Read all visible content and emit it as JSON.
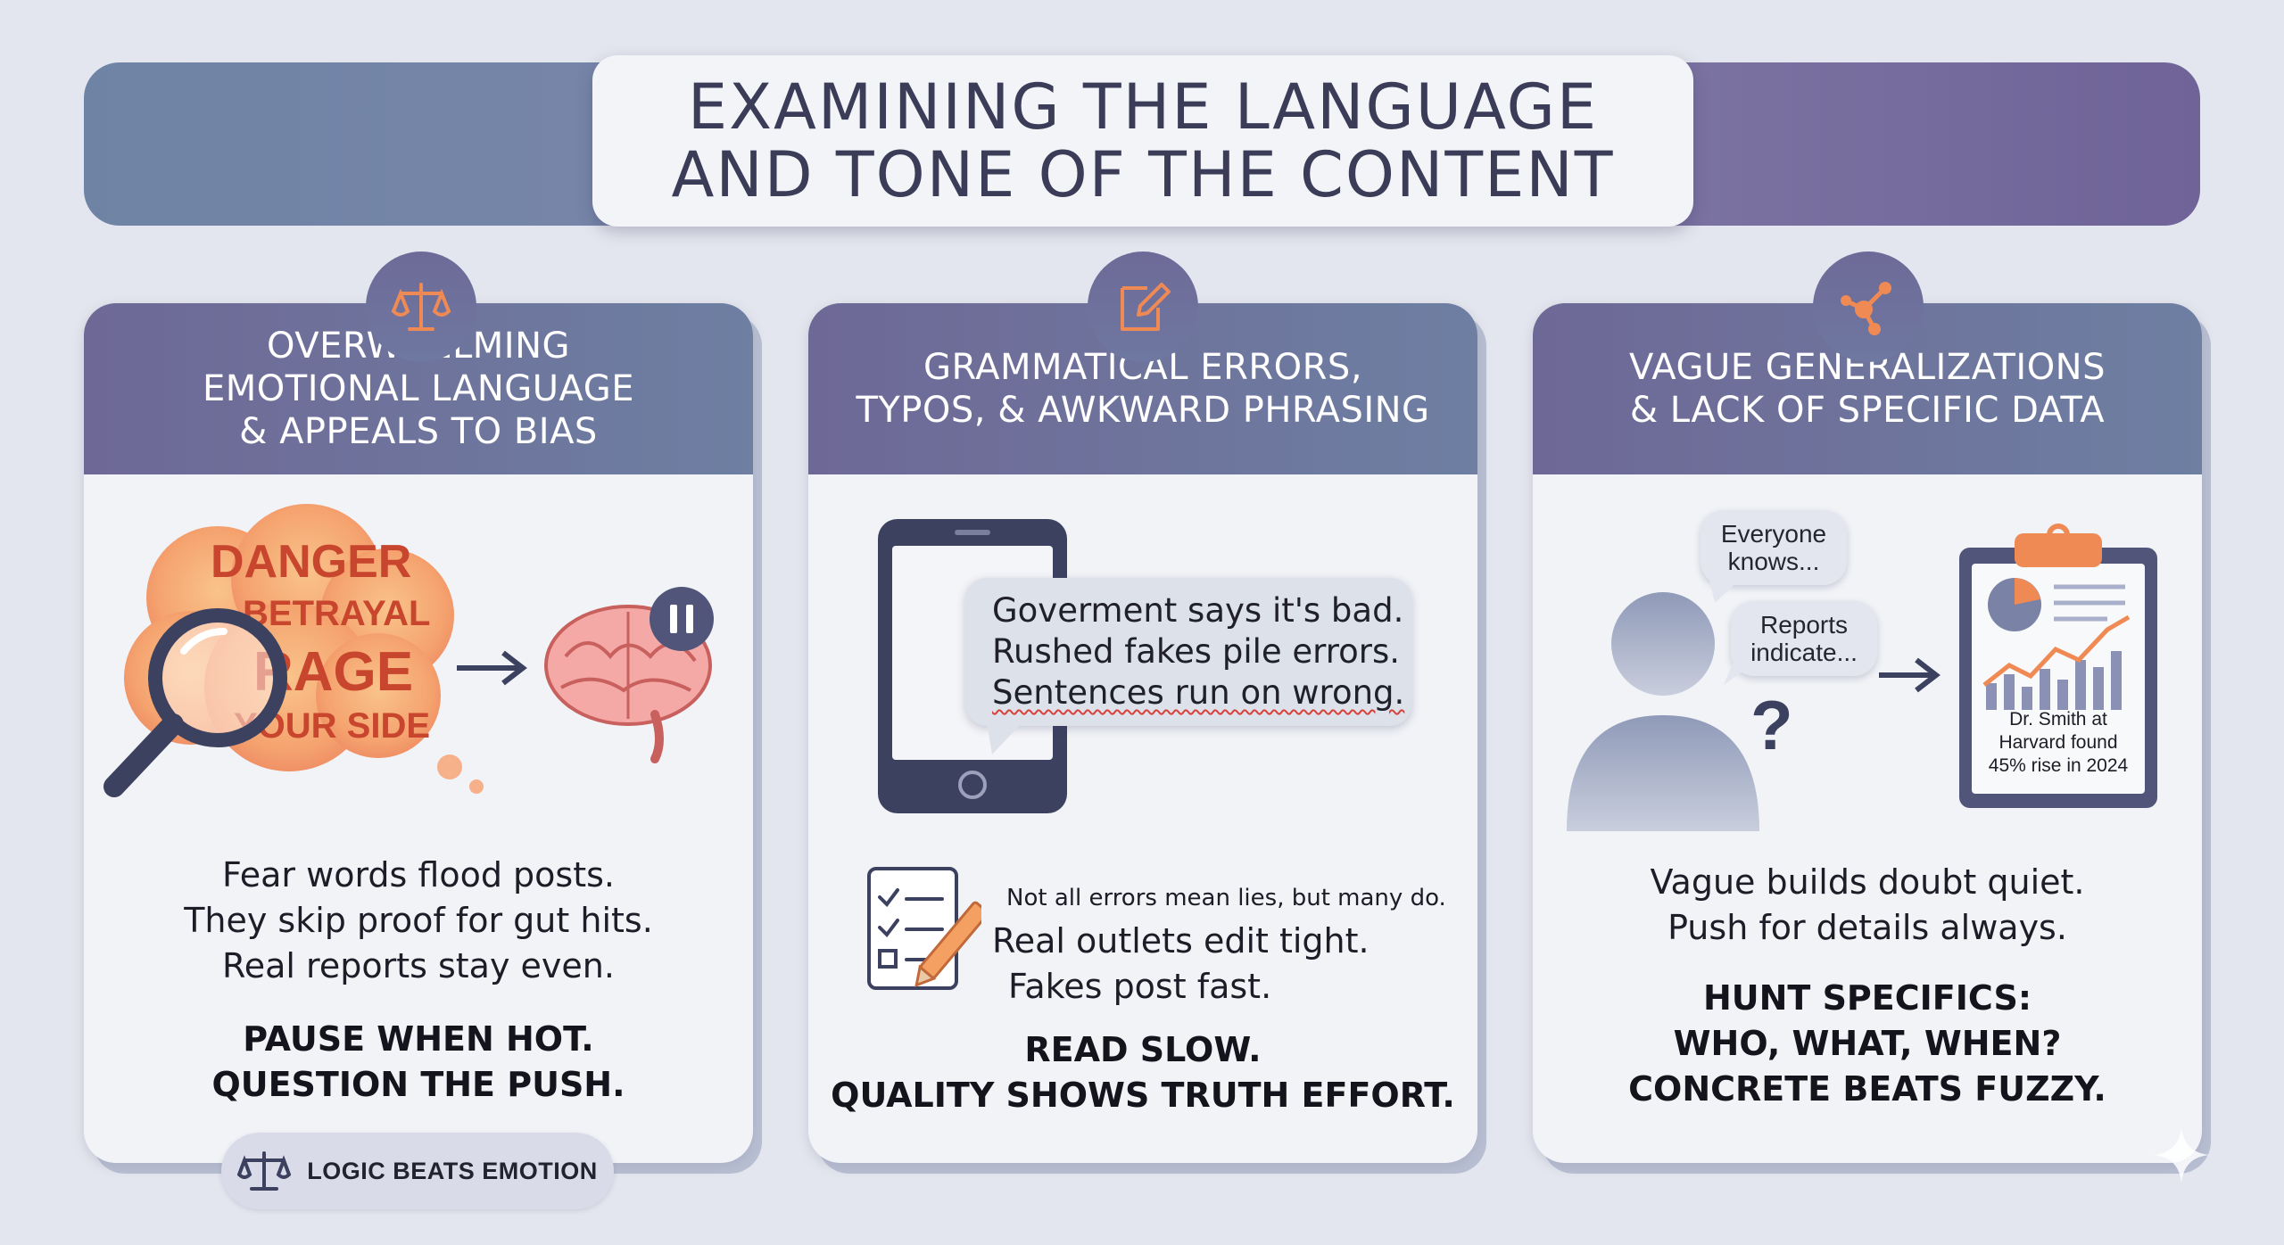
{
  "header": {
    "title_lines": [
      "EXAMINING THE LANGUAGE",
      "AND TONE OF THE CONTENT"
    ]
  },
  "cards": [
    {
      "icon": "scales-icon",
      "heading_lines": [
        "OVERWHELMING",
        "EMOTIONAL LANGUAGE",
        "& APPEALS TO BIAS"
      ],
      "cloud_words": [
        "DANGER",
        "BETRAYAL",
        "RAGE",
        "YOUR SIDE"
      ],
      "body_lines": [
        "Fear words flood posts.",
        "They skip proof for gut hits.",
        "Real reports stay even."
      ],
      "bold_lines": [
        "PAUSE WHEN HOT.",
        "QUESTION THE PUSH."
      ],
      "pill_label": "LOGIC BEATS EMOTION"
    },
    {
      "icon": "edit-document-icon",
      "heading_lines": [
        "GRAMMATICAL ERRORS,",
        "TYPOS, & AWKWARD PHRASING"
      ],
      "bubble_lines": [
        "Goverment says it's bad.",
        "Rushed fakes pile errors.",
        "Sentences run on wrong."
      ],
      "caption": "Not all errors mean lies, but many do.",
      "body_lines": [
        "Real outlets edit tight.",
        "Fakes post fast."
      ],
      "bold_lines": [
        "READ SLOW.",
        "QUALITY SHOWS TRUTH EFFORT."
      ]
    },
    {
      "icon": "network-icon",
      "heading_lines": [
        "VAGUE GENERALIZATIONS",
        "& LACK OF SPECIFIC DATA"
      ],
      "speech_1": [
        "Everyone",
        "knows..."
      ],
      "speech_2": [
        "Reports",
        "indicate..."
      ],
      "question_mark": "?",
      "clipboard_lines": [
        "Dr. Smith at",
        "Harvard found",
        "45% rise in 2024"
      ],
      "body_lines": [
        "Vague builds doubt quiet.",
        "Push for details always."
      ],
      "bold_lines": [
        "HUNT SPECIFICS:",
        "WHO, WHAT, WHEN?",
        "CONCRETE BEATS FUZZY."
      ]
    }
  ],
  "colors": {
    "accent_orange": "#f08a55",
    "header_purple": "#6e6896",
    "header_blue": "#6e7fa2",
    "error_red": "#d8413a"
  }
}
